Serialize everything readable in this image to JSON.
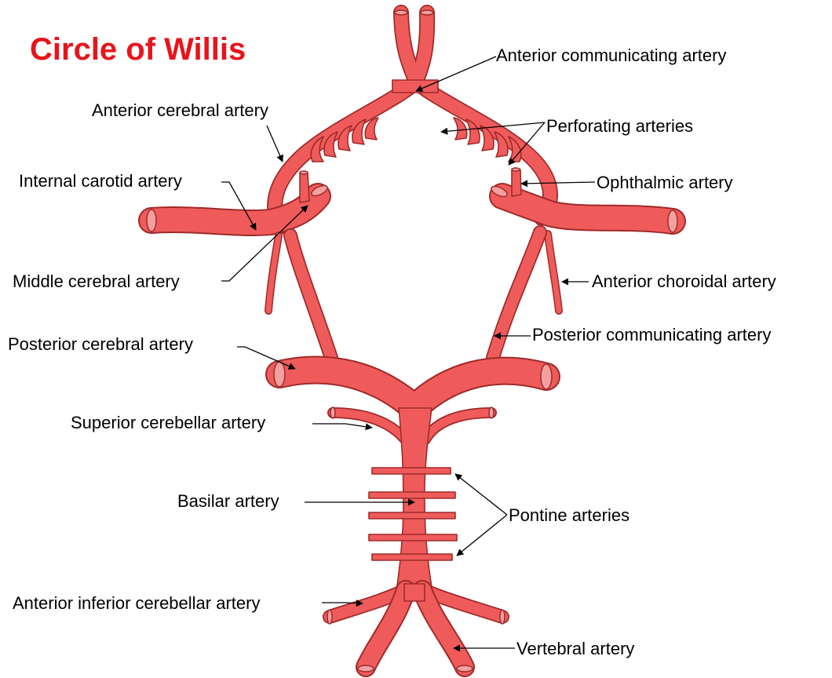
{
  "title": "Circle of Willis",
  "colors": {
    "title": "#e8141b",
    "artery_fill": "#ef5b5b",
    "artery_outline": "#a02a2a",
    "artery_end": "#f2a0a0",
    "text": "#000000",
    "background": "#ffffff"
  },
  "labels": {
    "anterior_communicating": "Anterior communicating artery",
    "anterior_cerebral": "Anterior cerebral artery",
    "perforating": "Perforating arteries",
    "internal_carotid": "Internal carotid artery",
    "ophthalmic": "Ophthalmic artery",
    "middle_cerebral": "Middle cerebral artery",
    "anterior_choroidal": "Anterior choroidal artery",
    "posterior_cerebral": "Posterior cerebral artery",
    "posterior_communicating": "Posterior communicating artery",
    "superior_cerebellar": "Superior cerebellar artery",
    "basilar": "Basilar artery",
    "pontine": "Pontine arteries",
    "anterior_inferior_cerebellar": "Anterior inferior cerebellar artery",
    "vertebral": "Vertebral artery"
  }
}
